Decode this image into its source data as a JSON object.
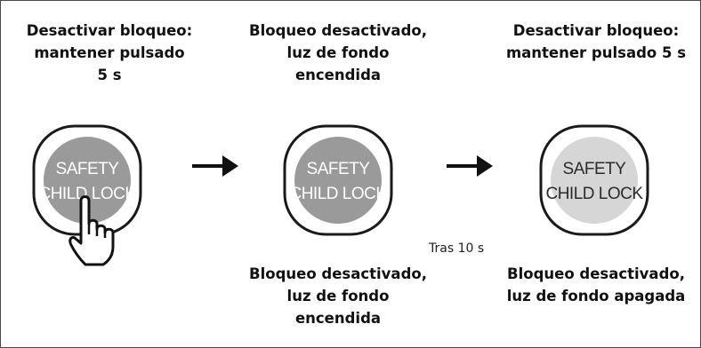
{
  "steps": [
    {
      "top_label": "Desactivar bloqueo:\nmantener pulsado\n5 s",
      "button_line1": "SAFETY",
      "button_line2": "CHILD LOCK",
      "button_state": "pressed",
      "has_hand": true
    },
    {
      "top_label": "Bloqueo desactivado,\nluz de fondo\nencendida",
      "button_line1": "SAFETY",
      "button_line2": "CHILD LOCK",
      "button_state": "backlight-on",
      "bottom_label": "Bloqueo desactivado,\nluz de fondo\nencendida"
    },
    {
      "top_label": "Desactivar bloqueo:\nmantener pulsado 5 s",
      "button_line1": "SAFETY",
      "button_line2": "CHILD LOCK",
      "button_state": "backlight-off",
      "bottom_label": "Bloqueo desactivado,\nluz de fondo apagada"
    }
  ],
  "timer_note": "Tras 10 s",
  "colors": {
    "button_fill_on": "#9a9a9a",
    "button_fill_off": "#d6d6d6",
    "outline": "#1a1a1a",
    "text_on": "#ffffff",
    "text_off": "#2b2b2b"
  }
}
